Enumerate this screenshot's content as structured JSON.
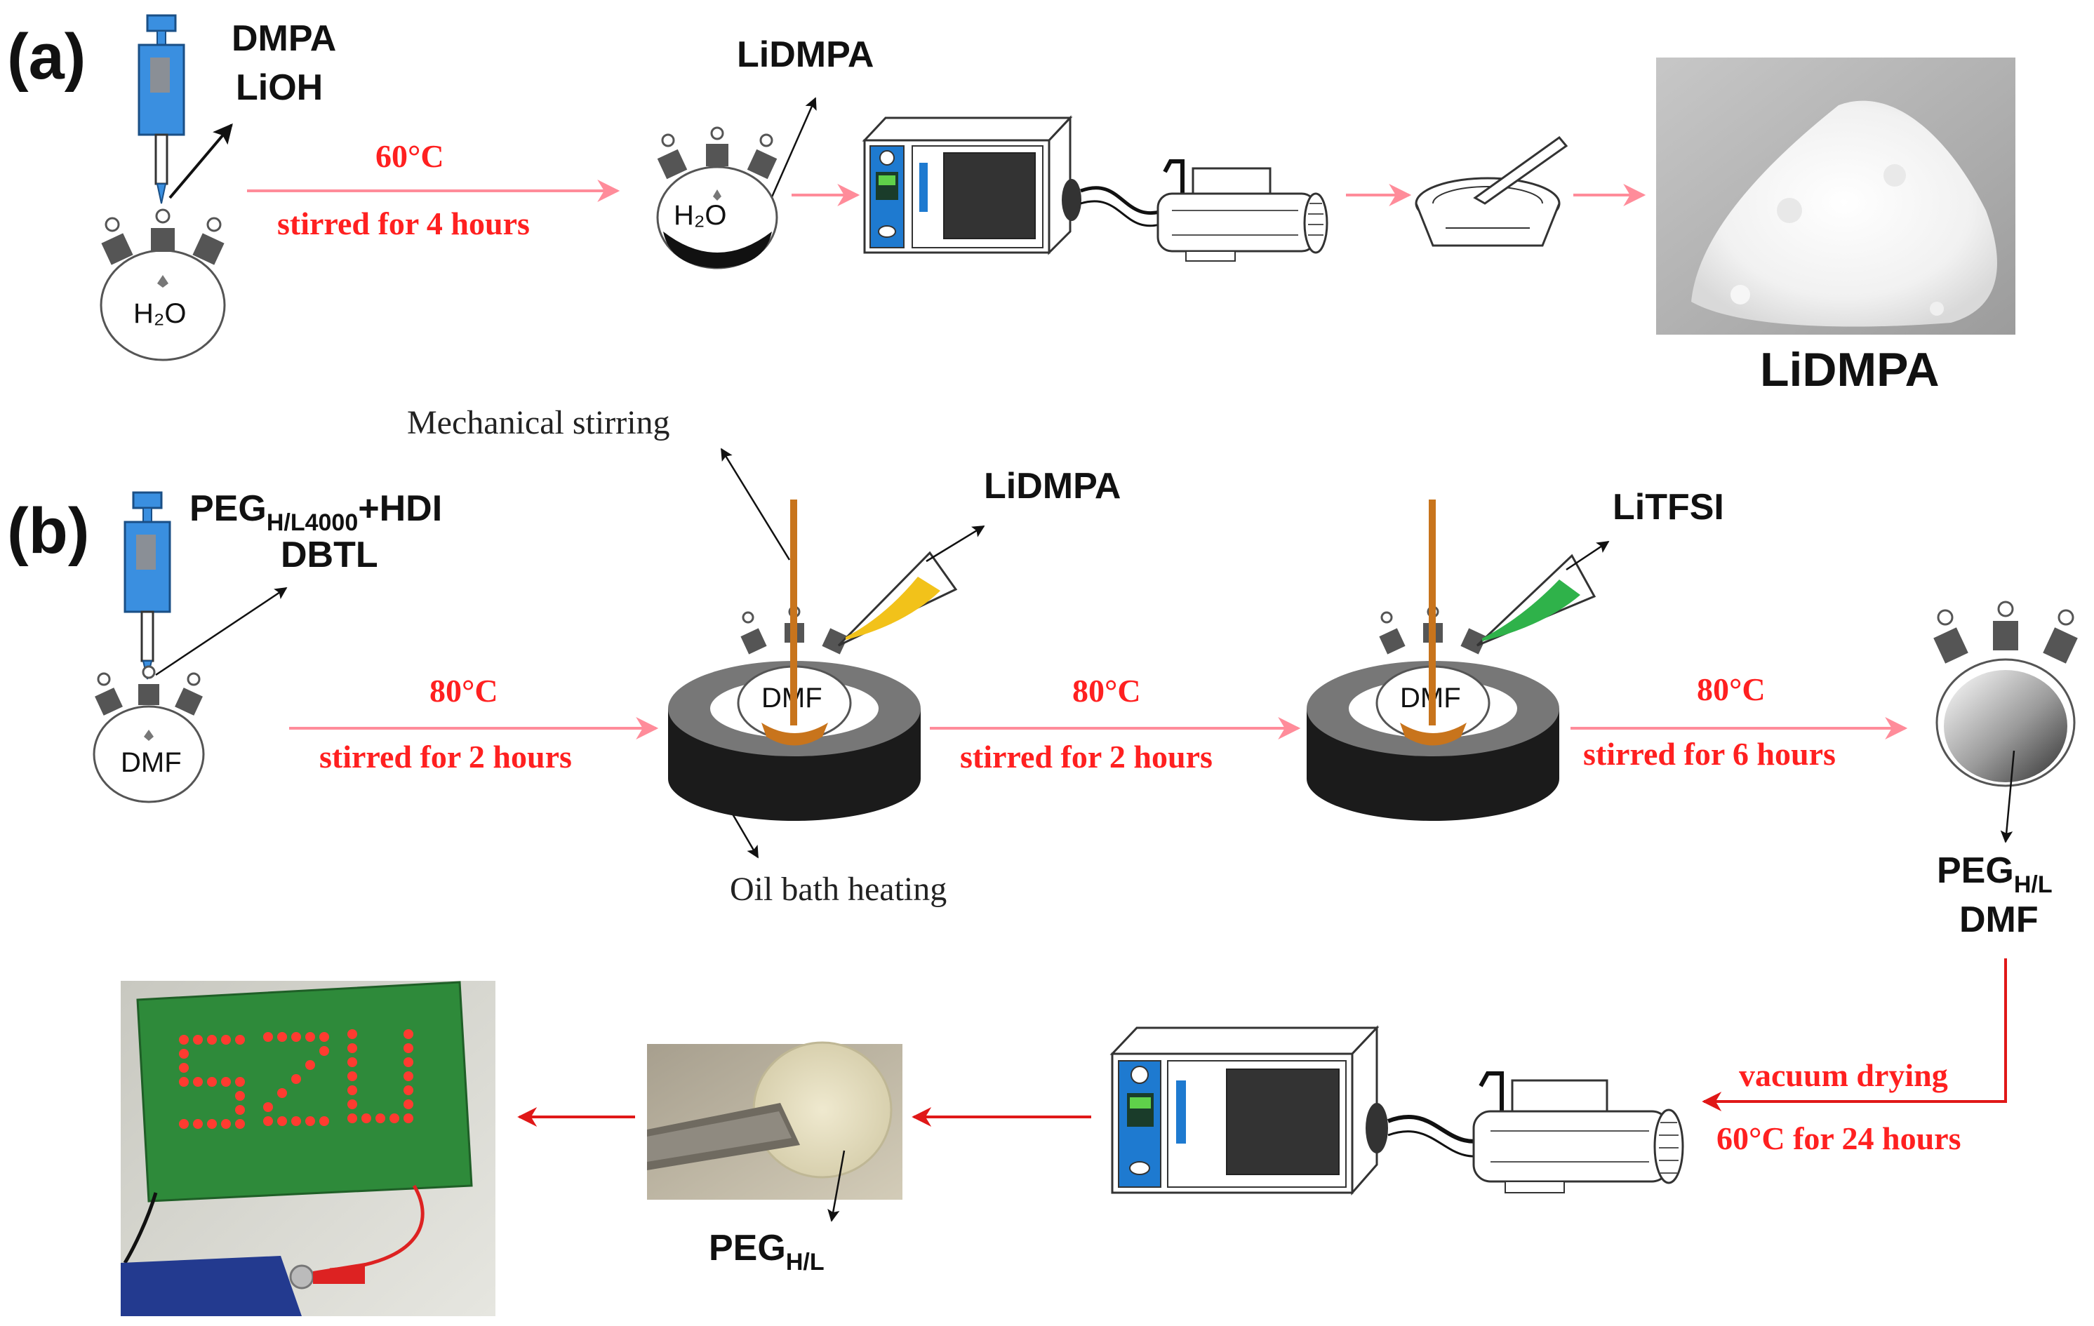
{
  "panels": {
    "a": {
      "label": "(a)",
      "reagent_line1": "DMPA",
      "reagent_line2": "LiOH",
      "solvent": "H₂O",
      "solvent_flask2": "H₂O",
      "condition_temp": "60°C",
      "condition_time": "stirred for 4 hours",
      "product_label": "LiDMPA",
      "photo_caption": "LiDMPA"
    },
    "b": {
      "label": "(b)",
      "reagent_line1_main": "PEG",
      "reagent_line1_sub": "H/L4000",
      "reagent_line1_tail": "+HDI",
      "reagent_line2": "DBTL",
      "solvent": "DMF",
      "solvent_bath1": "DMF",
      "solvent_bath2": "DMF",
      "mechanical_stirring": "Mechanical stirring",
      "oil_bath_heating": "Oil bath heating",
      "additive1": "LiDMPA",
      "additive2": "LiTFSI",
      "step1_temp": "80°C",
      "step1_time": "stirred for 2 hours",
      "step2_temp": "80°C",
      "step2_time": "stirred for 2 hours",
      "step3_temp": "80°C",
      "step3_time": "stirred for 6 hours",
      "solution_main": "PEG",
      "solution_sub": "H/L",
      "solution_line2": "DMF",
      "drying_line1": "vacuum drying",
      "drying_line2": "60°C for 24 hours",
      "film_main": "PEG",
      "film_sub": "H/L",
      "led_text": "SZU"
    }
  },
  "colors": {
    "condition_text": "#ff2020",
    "arrow_pink": "#ff8c9a",
    "arrow_red": "#e01818",
    "syringe_blue": "#3a8fe0",
    "oven_blue": "#1e7ad0",
    "oil_bath": "#1b1b1b",
    "lidmpa_powder": "#f2c21a",
    "litfsi_powder": "#2fb24a",
    "stir_rod": "#c8741c",
    "pcb_green": "#2e8a3a",
    "led_red": "#ff3b30"
  }
}
